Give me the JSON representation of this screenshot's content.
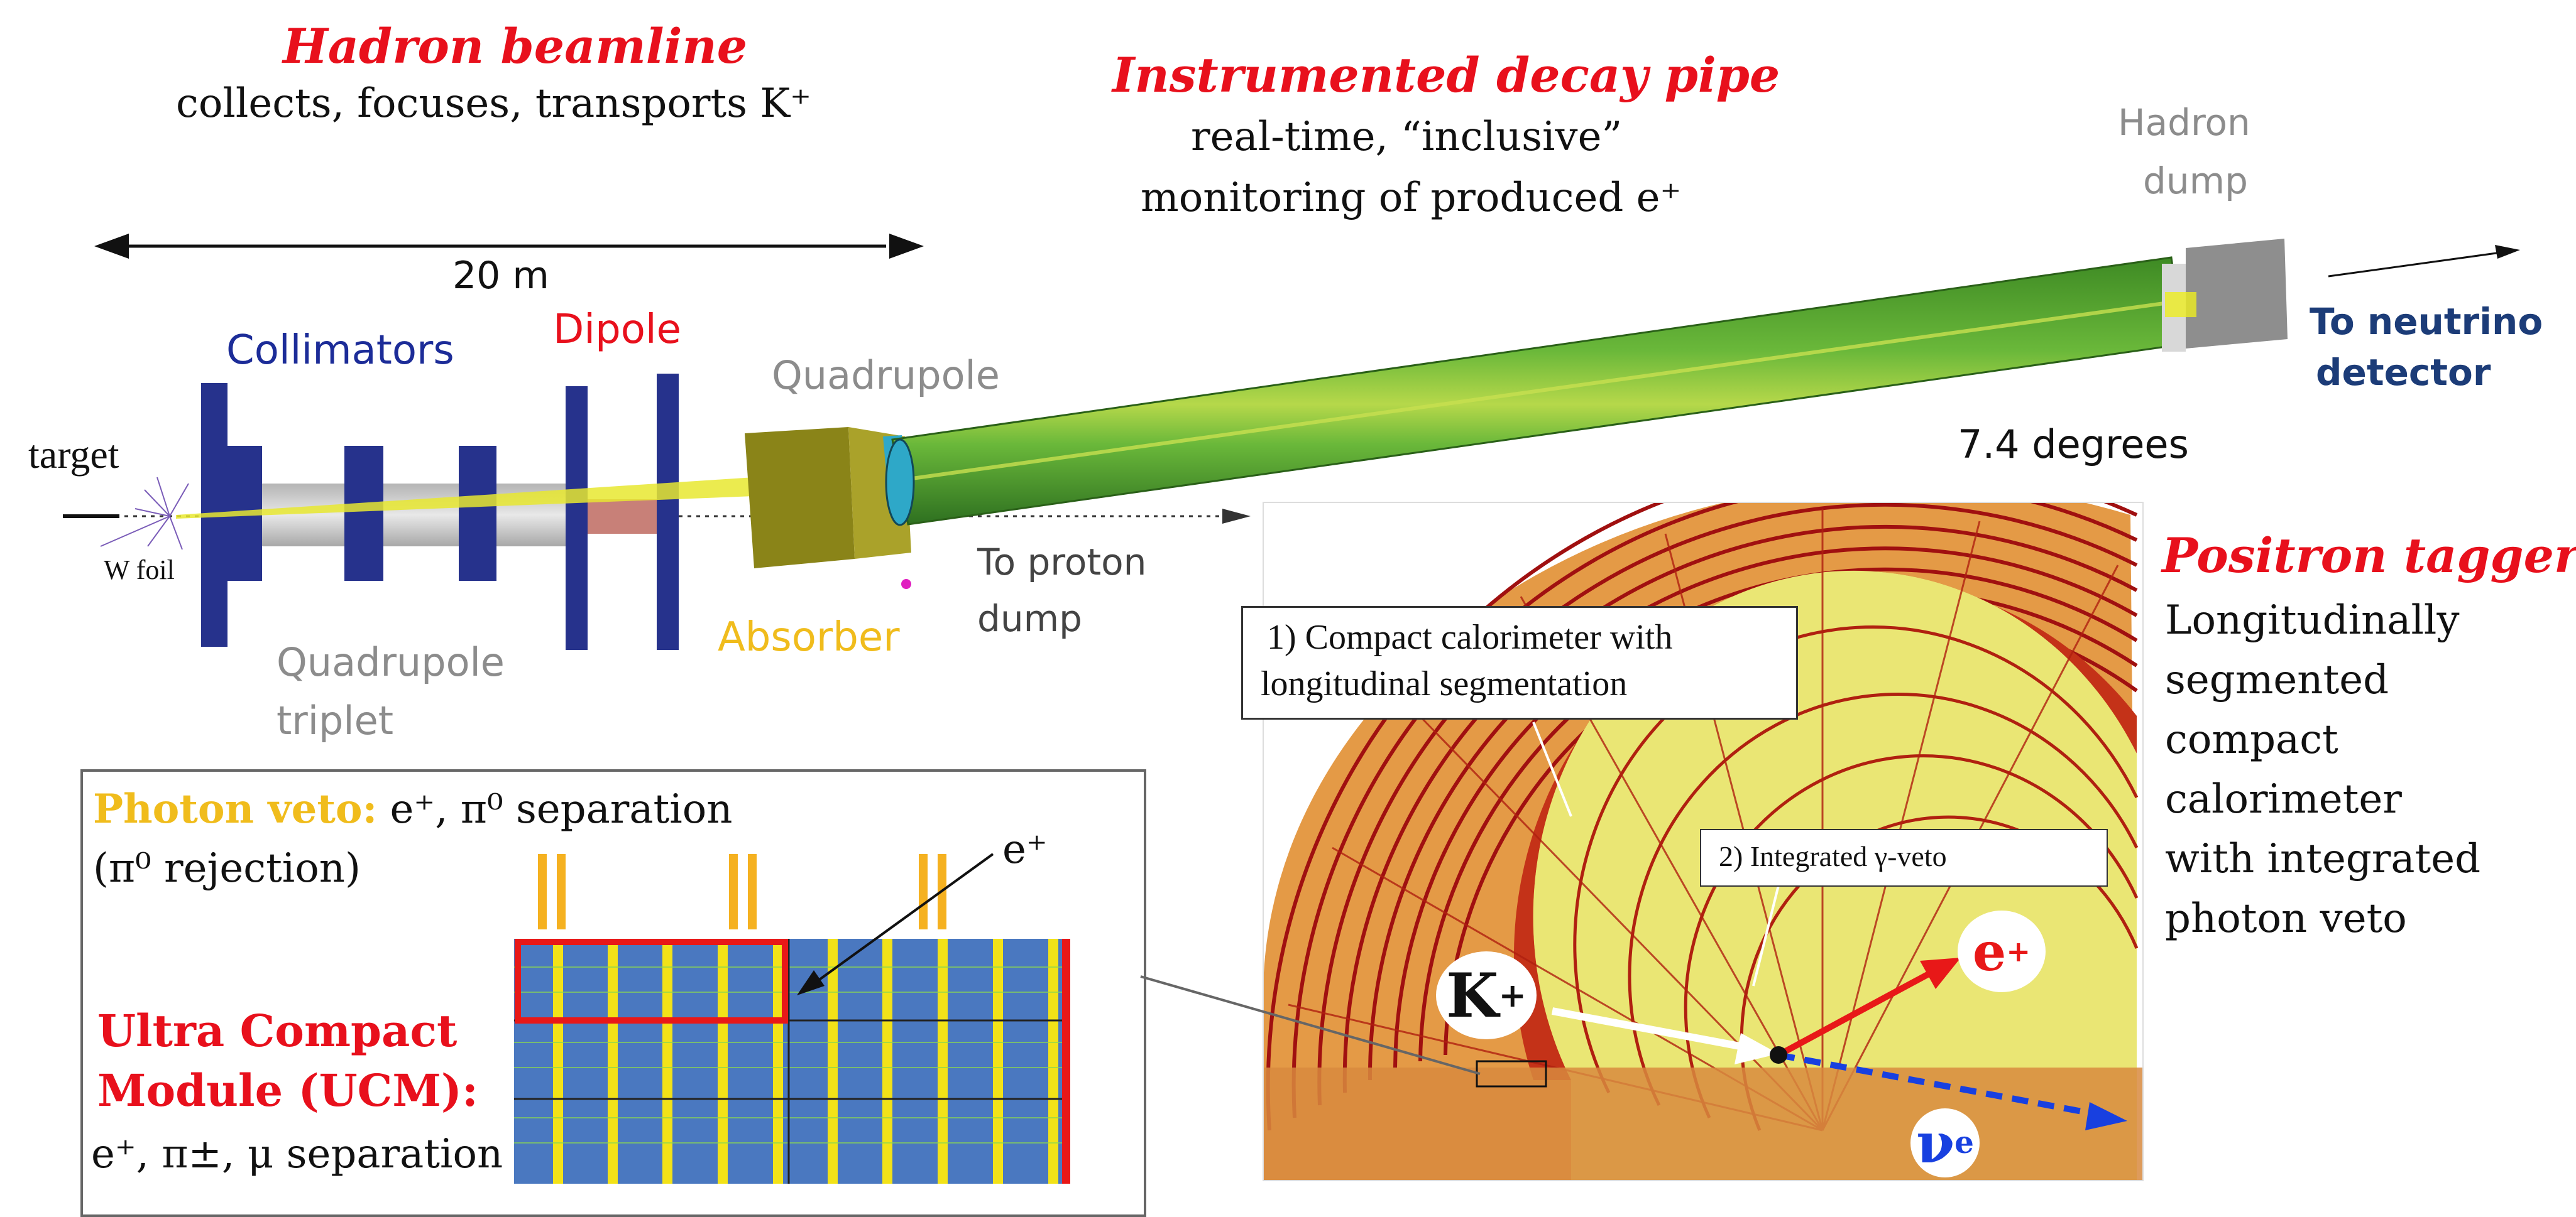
{
  "hadron_beamline": {
    "title": "Hadron beamline",
    "description": "collects, focuses, transports K⁺"
  },
  "decay_pipe": {
    "title": "Instrumented decay pipe",
    "description_line1": "real-time, “inclusive”",
    "description_line2": "monitoring of produced e⁺"
  },
  "beamline_labels": {
    "scale": "20 m",
    "target": "target",
    "w_foil": "W foil",
    "collimators": "Collimators",
    "dipole": "Dipole",
    "quadrupole": "Quadrupole",
    "quadrupole_triplet_line1": "Quadrupole",
    "quadrupole_triplet_line2": "triplet",
    "absorber": "Absorber",
    "to_proton_dump_line1": "To proton",
    "to_proton_dump_line2": "dump",
    "hadron_dump_line1": "Hadron",
    "hadron_dump_line2": "dump",
    "to_neutrino_line1": "To neutrino",
    "to_neutrino_line2": "detector",
    "angle": "7.4 degrees"
  },
  "positron_tagger": {
    "title": "Positron tagger",
    "line1": "Longitudinally",
    "line2": "segmented",
    "line3": "compact",
    "line4": "calorimeter",
    "line5": "with integrated",
    "line6": "photon veto"
  },
  "calorimeter": {
    "callout1_line1": "1) Compact calorimeter with",
    "callout1_line2": "longitudinal segmentation",
    "callout2": "2) Integrated γ-veto",
    "kaon": "K",
    "kaon_sup": "+",
    "positron": "e",
    "positron_sup": "+",
    "neutrino": "ν",
    "neutrino_sub": "e"
  },
  "inset": {
    "photon_veto_title": "Photon veto:",
    "photon_veto_text": "e⁺, π⁰ separation",
    "pi0_rejection": "(π⁰ rejection)",
    "ucm_line1": "Ultra Compact",
    "ucm_line2": "Module (UCM):",
    "ucm_separation": "e⁺, π±, μ  separation",
    "eplus": "e⁺"
  },
  "colors": {
    "title_red": "#e8101c",
    "collimator_navy": "#26328c",
    "pipe_green": "#4c9c2c",
    "calorimeter_orange": "#e49a46",
    "veto_yellow": "#eae674",
    "ucm_blue": "#4a78c0",
    "photon_veto_orange": "#f5b120"
  }
}
